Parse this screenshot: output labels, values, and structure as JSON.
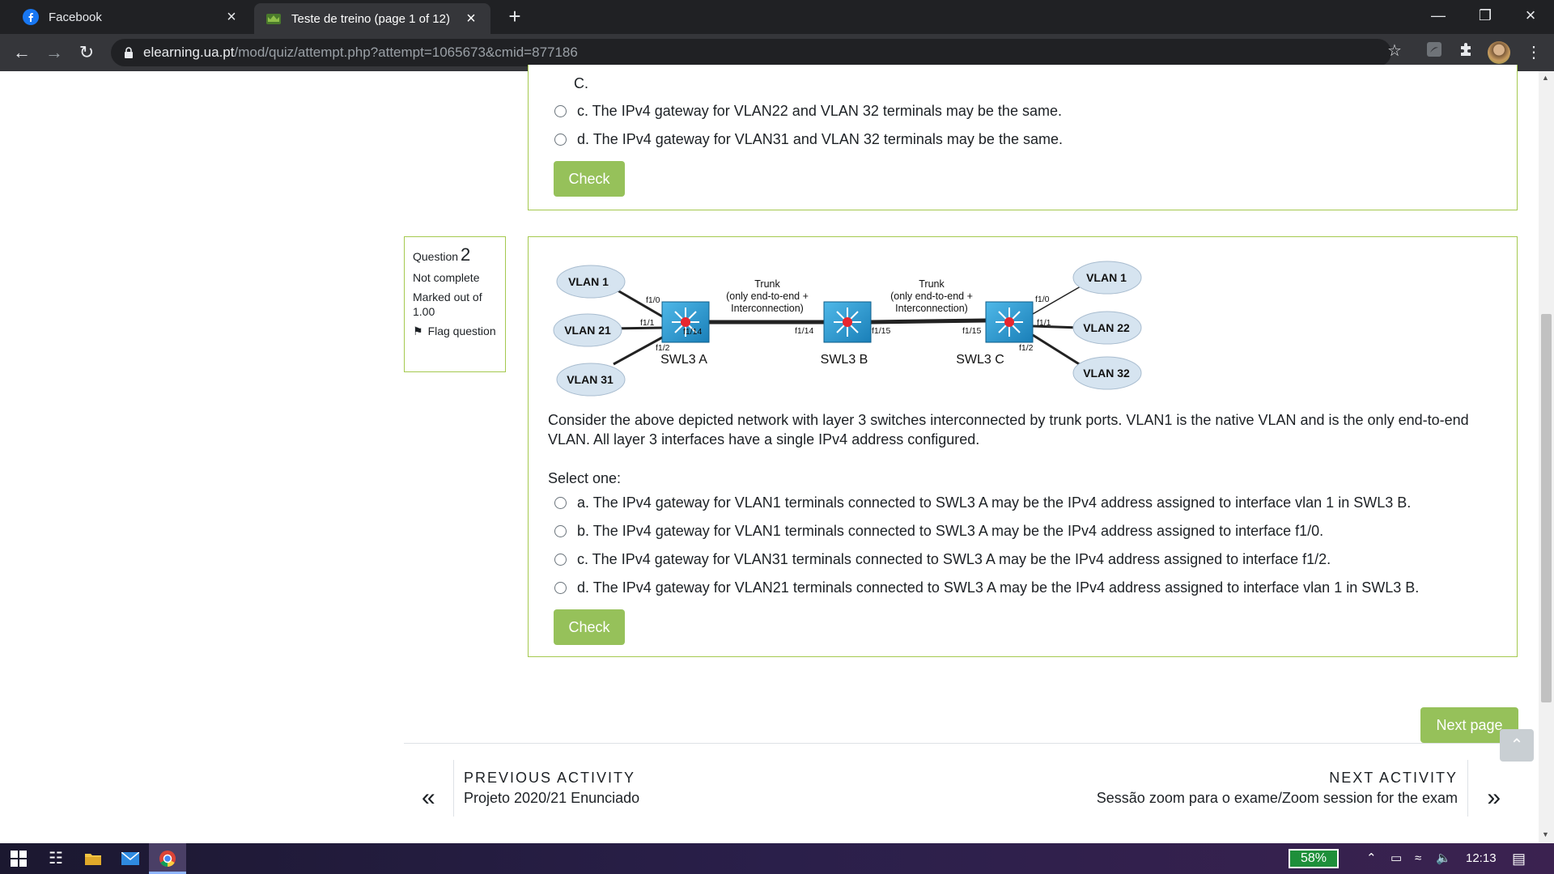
{
  "browser": {
    "tabs": [
      {
        "title": "Facebook"
      },
      {
        "title": "Teste de treino (page 1 of 12)"
      }
    ],
    "url_domain": "elearning.ua.pt",
    "url_path": "/mod/quiz/attempt.php?attempt=1065673&cmid=877186"
  },
  "question1": {
    "partial_text": "C.",
    "options": [
      "c. The IPv4 gateway for VLAN22 and VLAN 32 terminals may be the same.",
      "d. The IPv4 gateway for VLAN31 and VLAN 32 terminals may be the same."
    ],
    "check_label": "Check"
  },
  "question2": {
    "label": "Question",
    "number": "2",
    "status": "Not complete",
    "marked": "Marked out of 1.00",
    "flag": "Flag question",
    "diagram": {
      "vlans": [
        "VLAN 1",
        "VLAN 21",
        "VLAN 31",
        "VLAN 1",
        "VLAN 22",
        "VLAN 32"
      ],
      "switches": [
        "SWL3 A",
        "SWL3 B",
        "SWL3 C"
      ],
      "trunk_label_1": "Trunk",
      "trunk_label_2": "(only end-to-end +",
      "trunk_label_3": "Interconnection)",
      "ports": [
        "f1/0",
        "f1/1",
        "f1/2",
        "f1/14",
        "f1/14",
        "f1/15",
        "f1/15",
        "f1/0",
        "f1/1",
        "f1/2"
      ]
    },
    "text": "Consider the above depicted network with layer 3 switches interconnected by trunk ports. VLAN1 is the native VLAN and is the only end-to-end VLAN. All layer 3 interfaces have a single IPv4 address configured.",
    "select_one": "Select one:",
    "options": [
      "a. The IPv4 gateway for VLAN1 terminals connected to SWL3 A may be the IPv4 address assigned to interface vlan 1 in SWL3 B.",
      "b. The IPv4 gateway for VLAN1 terminals connected to SWL3 A may be the IPv4 address assigned to interface f1/0.",
      "c. The IPv4 gateway for VLAN31 terminals connected to SWL3 A may be the IPv4 address assigned to interface f1/2.",
      "d. The IPv4 gateway for VLAN21 terminals connected to SWL3 A may be the IPv4 address assigned to interface vlan 1 in SWL3 B."
    ],
    "check_label": "Check"
  },
  "next_page": "Next page",
  "activity_nav": {
    "previous_heading": "PREVIOUS ACTIVITY",
    "previous_link": "Projeto 2020/21 Enunciado",
    "next_heading": "NEXT ACTIVITY",
    "next_link": "Sessão zoom para o exame/Zoom session for the exam"
  },
  "taskbar": {
    "battery": "58%",
    "time": "12:13"
  }
}
